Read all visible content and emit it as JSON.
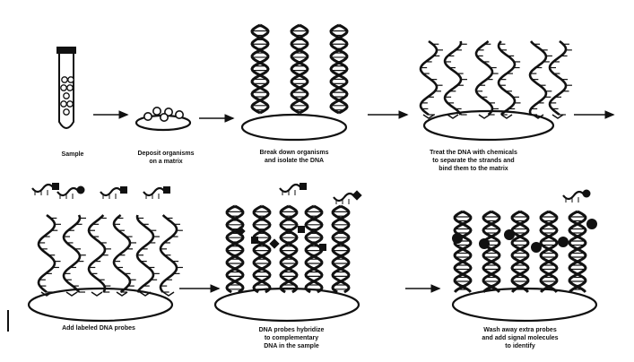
{
  "steps": [
    {
      "id": "sample",
      "lines": [
        "Sample"
      ]
    },
    {
      "id": "deposit",
      "lines": [
        "Deposit organisms",
        "on a matrix"
      ]
    },
    {
      "id": "break",
      "lines": [
        "Break down organisms",
        "and isolate the DNA"
      ]
    },
    {
      "id": "treat",
      "lines": [
        "Treat the DNA with chemicals",
        "to separate the strands and",
        "bind them to the matrix"
      ]
    },
    {
      "id": "add",
      "lines": [
        "Add labeled DNA probes"
      ]
    },
    {
      "id": "hybridize",
      "lines": [
        "DNA probes hybridize",
        "to complementary",
        "DNA in the sample"
      ]
    },
    {
      "id": "wash",
      "lines": [
        "Wash away extra probes",
        "and add signal molecules",
        "to identify"
      ]
    }
  ],
  "colors": {
    "ink": "#111111",
    "background": "#ffffff"
  }
}
